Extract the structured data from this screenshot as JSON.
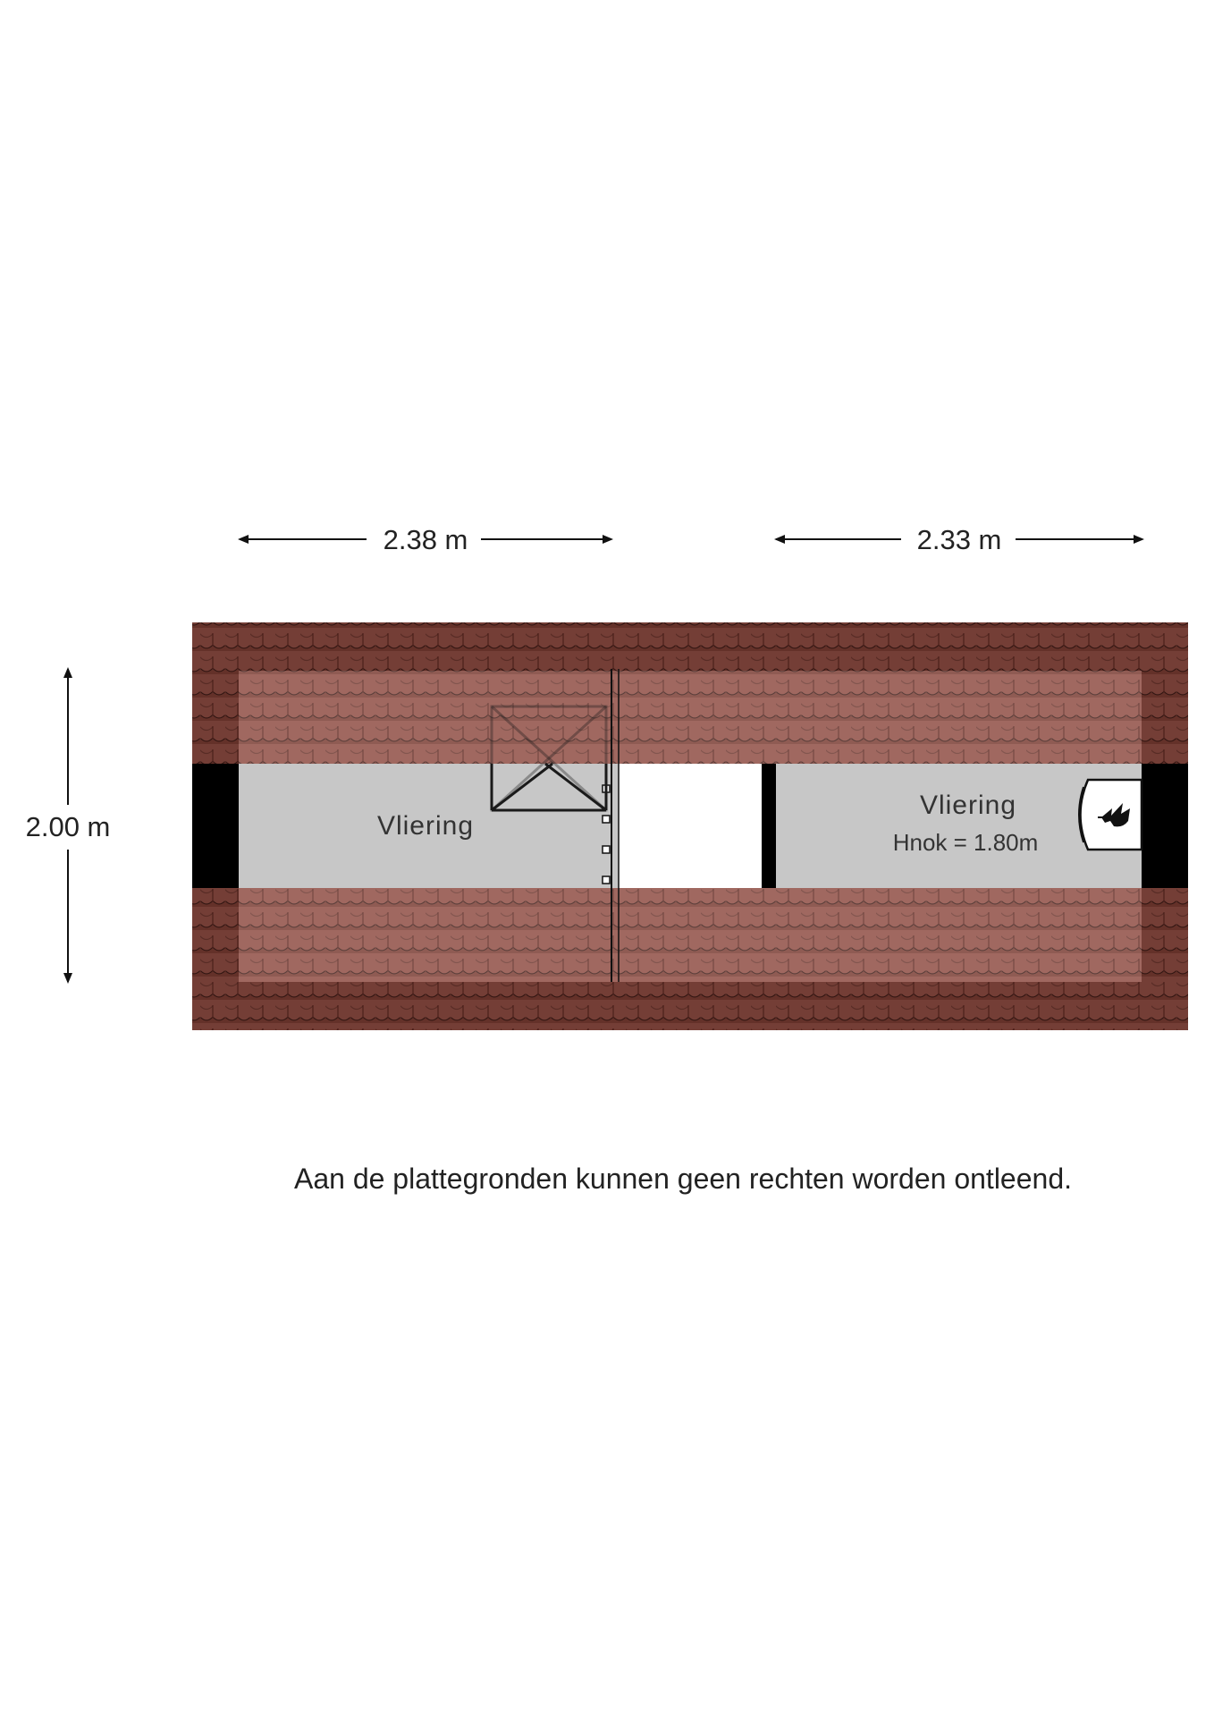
{
  "dimensions": {
    "left_width": "2.38 m",
    "right_width": "2.33 m",
    "depth": "2.00 m"
  },
  "rooms": [
    {
      "name": "Vliering"
    },
    {
      "name": "Vliering",
      "note": "Hnok = 1.80m"
    }
  ],
  "icons": {
    "hatch": "roof-hatch-icon",
    "heater": "boiler-flame-icon",
    "ladder": "ladder-icon"
  },
  "colors": {
    "roof_tile": "#8c4a40",
    "roof_tile_dark": "#6e3028",
    "floor": "#c8c8c8",
    "wall": "#000000"
  },
  "disclaimer": "Aan de plattegronden kunnen geen rechten worden ontleend."
}
